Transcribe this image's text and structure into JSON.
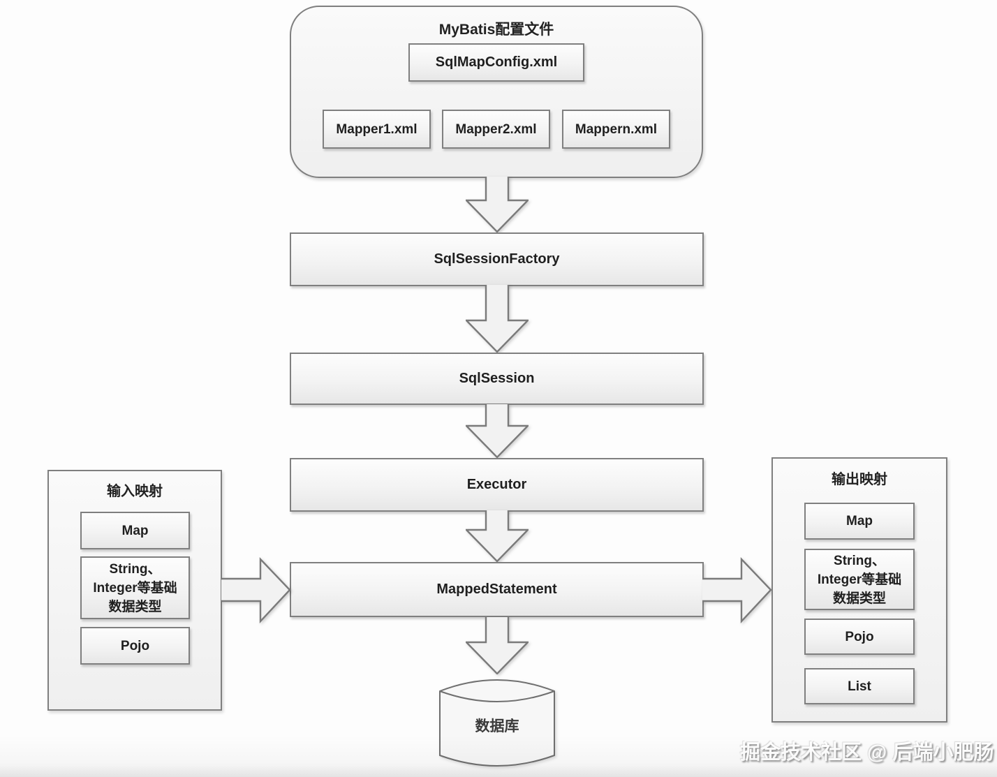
{
  "colors": {
    "border": "#7f7f7f",
    "fill_top": "#fdfdfd",
    "fill_bottom": "#e7e7e7",
    "text": "#1f1f1f",
    "watermark_text": "#ffffff"
  },
  "config_container": {
    "title": "MyBatis配置文件",
    "main_config_file": "SqlMapConfig.xml",
    "mapper_files": [
      "Mapper1.xml",
      "Mapper2.xml",
      "Mappern.xml"
    ]
  },
  "flow_nodes": {
    "sql_session_factory": "SqlSessionFactory",
    "sql_session": "SqlSession",
    "executor": "Executor",
    "mapped_statement": "MappedStatement",
    "database": "数据库"
  },
  "input_mapping": {
    "title": "输入映射",
    "items": [
      {
        "lines": [
          "Map"
        ]
      },
      {
        "lines": [
          "String、",
          "Integer等基础",
          "数据类型"
        ]
      },
      {
        "lines": [
          "Pojo"
        ]
      }
    ]
  },
  "output_mapping": {
    "title": "输出映射",
    "items": [
      {
        "lines": [
          "Map"
        ]
      },
      {
        "lines": [
          "String、",
          "Integer等基础",
          "数据类型"
        ]
      },
      {
        "lines": [
          "Pojo"
        ]
      },
      {
        "lines": [
          "List"
        ]
      }
    ]
  },
  "watermark": "掘金技术社区 @ 后端小肥肠"
}
